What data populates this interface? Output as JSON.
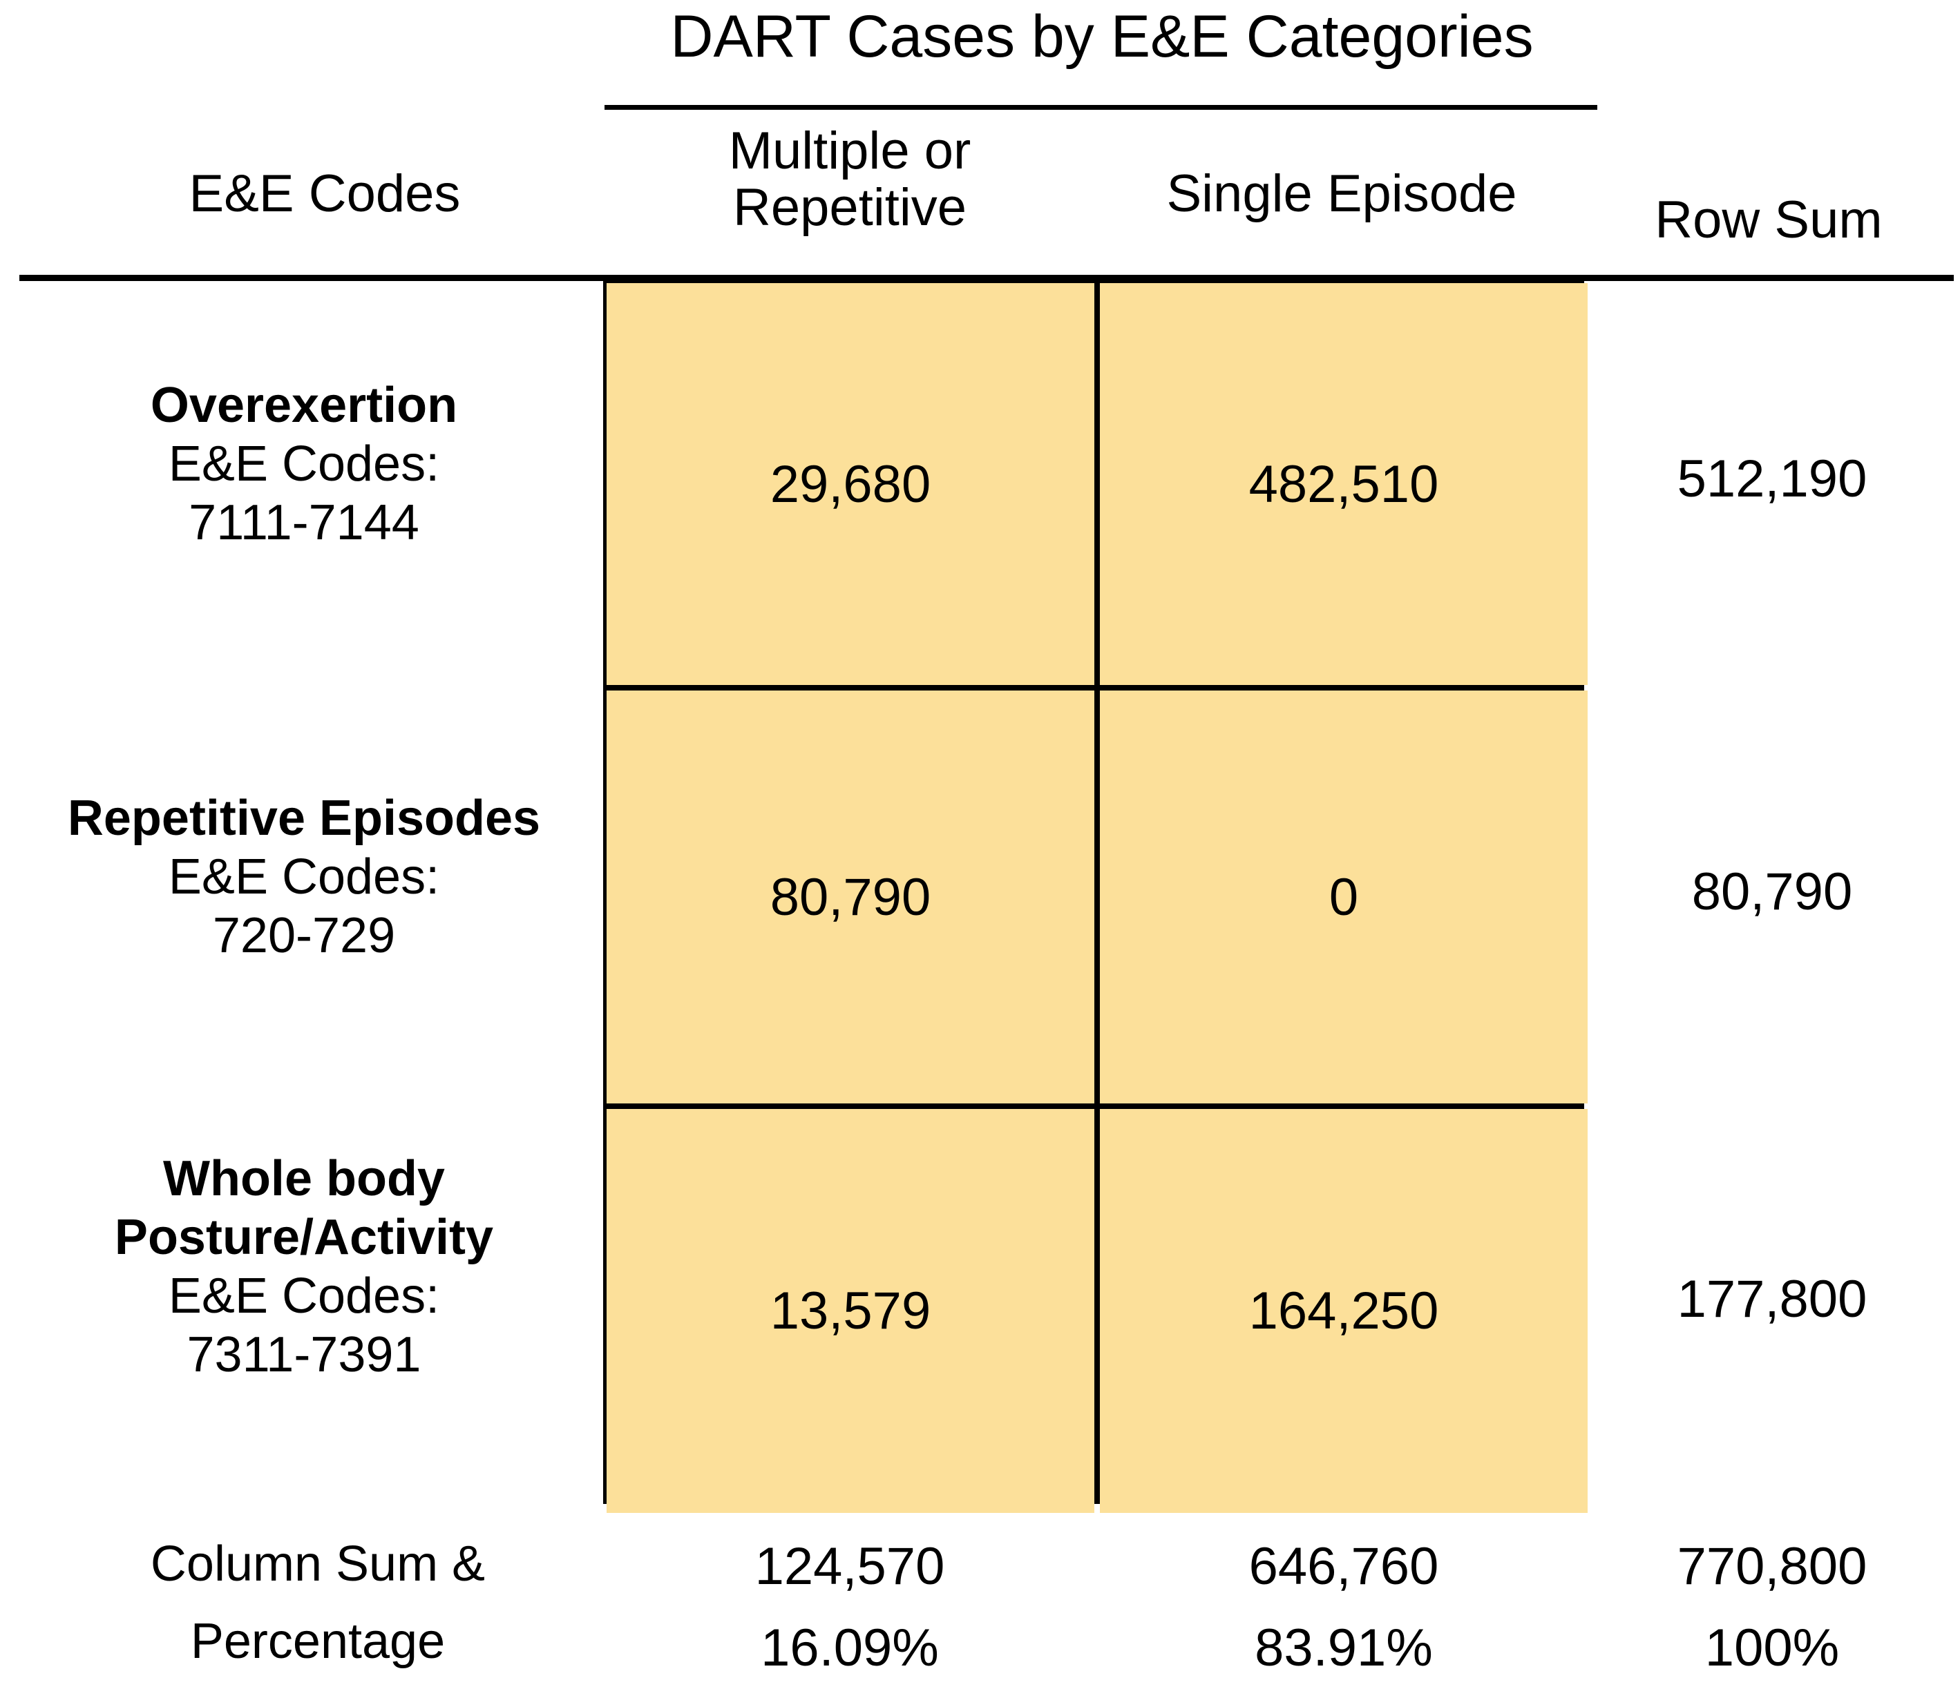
{
  "title": "DART Cases by E&E Categories",
  "colors": {
    "cell_fill": "#fce09a",
    "grid_line": "#000000",
    "text": "#000000",
    "background": "#ffffff"
  },
  "headers": {
    "row_label_header": "E&E Codes",
    "col1_line1": "Multiple or",
    "col1_line2": "Repetitive",
    "col2": "Single Episode",
    "row_sum": "Row Sum"
  },
  "rows": [
    {
      "category": "Overexertion",
      "codes_label": "E&E Codes:",
      "codes_range": "7111-7144",
      "multiple_or_repetitive": "29,680",
      "single_episode": "482,510",
      "row_sum": "512,190"
    },
    {
      "category": "Repetitive Episodes",
      "codes_label": "E&E Codes:",
      "codes_range": "720-729",
      "multiple_or_repetitive": "80,790",
      "single_episode": "0",
      "row_sum": "80,790"
    },
    {
      "category": "Whole body Posture/Activity",
      "category_line1": "Whole body",
      "category_line2": "Posture/Activity",
      "codes_label": "E&E Codes:",
      "codes_range": "7311-7391",
      "multiple_or_repetitive": "13,579",
      "single_episode": "164,250",
      "row_sum": "177,800"
    }
  ],
  "summary": {
    "label_line1": "Column Sum &",
    "label_line2": "Percentage",
    "col_multiple_sum": "124,570",
    "col_multiple_pct": "16.09%",
    "col_single_sum": "646,760",
    "col_single_pct": "83.91%",
    "total_sum": "770,800",
    "total_pct": "100%"
  },
  "chart_data": {
    "type": "table",
    "title": "DART Cases by E&E Categories",
    "categories": [
      "Multiple or Repetitive",
      "Single Episode"
    ],
    "row_categories": [
      "Overexertion",
      "Repetitive Episodes",
      "Whole body Posture/Activity"
    ],
    "row_code_ranges": [
      "7111-7144",
      "720-729",
      "7311-7391"
    ],
    "values": [
      [
        29680,
        482510
      ],
      [
        80790,
        0
      ],
      [
        13579,
        164250
      ]
    ],
    "row_sums": [
      512190,
      80790,
      177800
    ],
    "column_sums": [
      124570,
      646760
    ],
    "column_percentages": [
      16.09,
      83.91
    ],
    "grand_total": 770800,
    "grand_total_percentage": 100,
    "xlabel": "",
    "ylabel": "E&E Codes",
    "legend": [],
    "grid": true
  }
}
